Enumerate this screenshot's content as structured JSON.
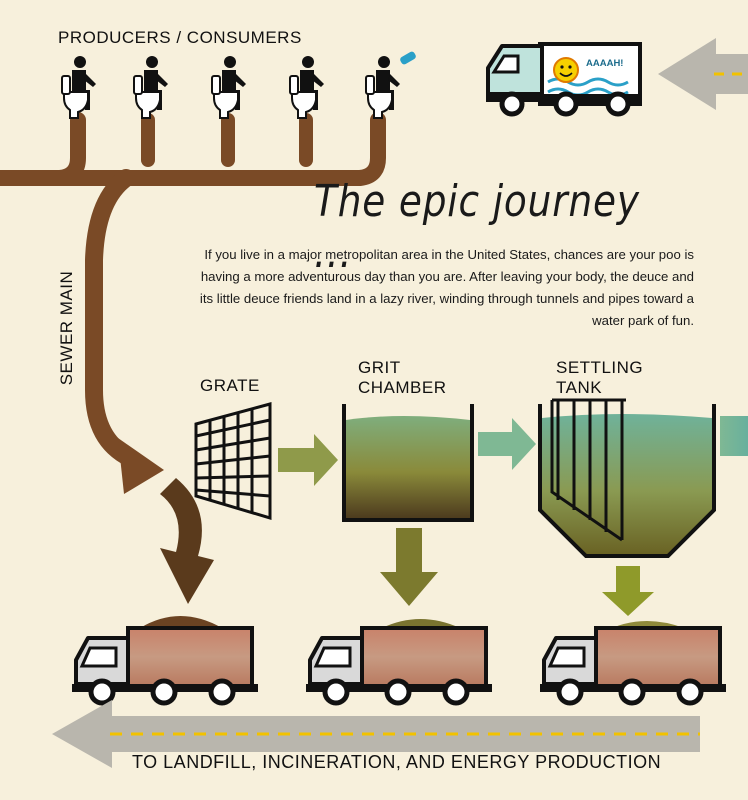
{
  "labels": {
    "producers": "PRODUCERS / CONSUMERS",
    "sewer_main": "SEWER MAIN",
    "grate": "GRATE",
    "grit_line1": "GRIT",
    "grit_line2": "CHAMBER",
    "settling_line1": "SETTLING",
    "settling_line2": "TANK",
    "bottom": "TO LANDFILL, INCINERATION, AND ENERGY PRODUCTION"
  },
  "title": "The epic journey ...",
  "intro": "If you live in a major metropolitan area in the United States, chances are your poo is having a more adventurous day than you are. After leaving your body, the deuce and its little deuce friends land in a lazy river, winding through tunnels and pipes toward a water park of fun.",
  "van": {
    "sign_text": "AAAAH!"
  },
  "colors": {
    "background": "#f7f0dc",
    "sewer_brown": "#7a4a26",
    "grit_olive": "#7c7a2e",
    "arrow_green": "#8f9a4a",
    "water_teal": "#6fb29a",
    "road_gray": "#b9b6ad",
    "road_dash": "#f2c200",
    "truck_body": "#c98b72",
    "truck_cab": "#d9d9d9"
  },
  "icons": {
    "producer": "person-on-toilet-icon",
    "grate": "grate-grid-icon",
    "truck": "dump-truck-icon",
    "van": "van-icon"
  }
}
